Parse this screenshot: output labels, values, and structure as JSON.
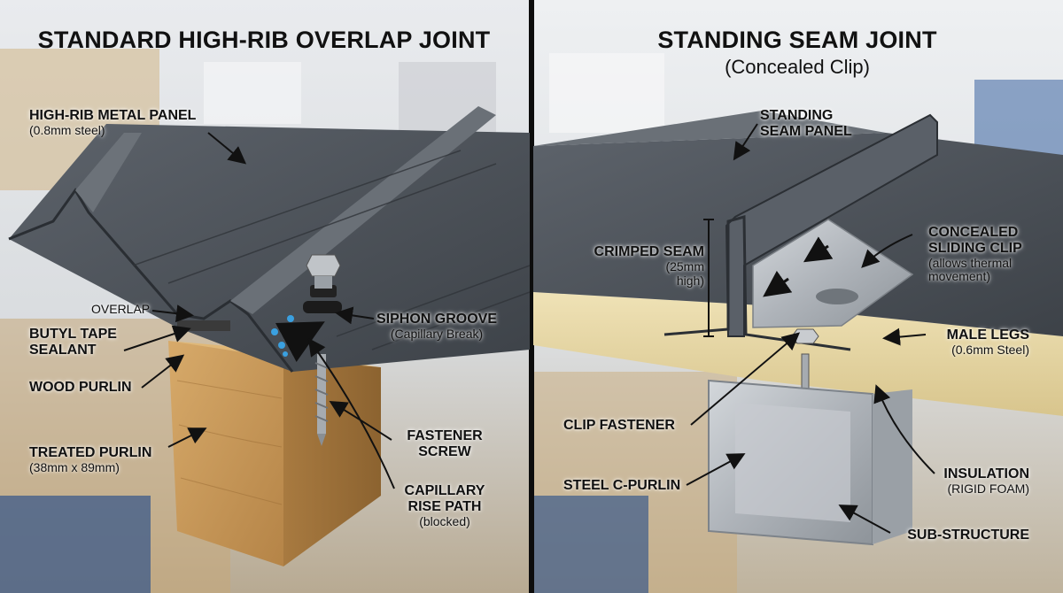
{
  "left_panel": {
    "title": "STANDARD HIGH-RIB OVERLAP JOINT",
    "labels": {
      "high_rib_panel": "HIGH-RIB METAL PANEL",
      "high_rib_panel_note": "(0.8mm steel)",
      "overlap": "OVERLAP",
      "butyl_line1": "BUTYL TAPE",
      "butyl_line2": "SEALANT",
      "wood_purlin": "WOOD PURLIN",
      "treated_purlin": "TREATED PURLIN",
      "treated_purlin_note": "(38mm x 89mm)",
      "siphon_groove": "SIPHON GROOVE",
      "siphon_groove_note": "(Capillary Break)",
      "fastener_line1": "FASTENER",
      "fastener_line2": "SCREW",
      "capillary_line1": "CAPILLARY",
      "capillary_line2": "RISE PATH",
      "capillary_note": "(blocked)"
    }
  },
  "right_panel": {
    "title": "STANDING SEAM JOINT",
    "subtitle": "(Concealed Clip)",
    "labels": {
      "standing_line1": "STANDING",
      "standing_line2": "SEAM PANEL",
      "crimped_seam": "CRIMPED SEAM",
      "crimped_note1": "(25mm",
      "crimped_note2": "high)",
      "concealed_line1": "CONCEALED",
      "concealed_line2": "SLIDING CLIP",
      "concealed_note1": "(allows thermal",
      "concealed_note2": "movement)",
      "male_legs": "MALE LEGS",
      "male_legs_note": "(0.6mm Steel)",
      "clip_fastener": "CLIP FASTENER",
      "steel_c_purlin": "STEEL C-PURLIN",
      "insulation": "INSULATION",
      "insulation_note": "(RIGID FOAM)",
      "sub_structure": "SUB-STRUCTURE"
    }
  },
  "colors": {
    "panel_steel": "#4a4f56",
    "wood": "#c99a5b",
    "insulation": "#e7d7a6",
    "galvanized": "#b9bec4",
    "water": "#3aa0e0",
    "divider": "#0d0d0d"
  }
}
